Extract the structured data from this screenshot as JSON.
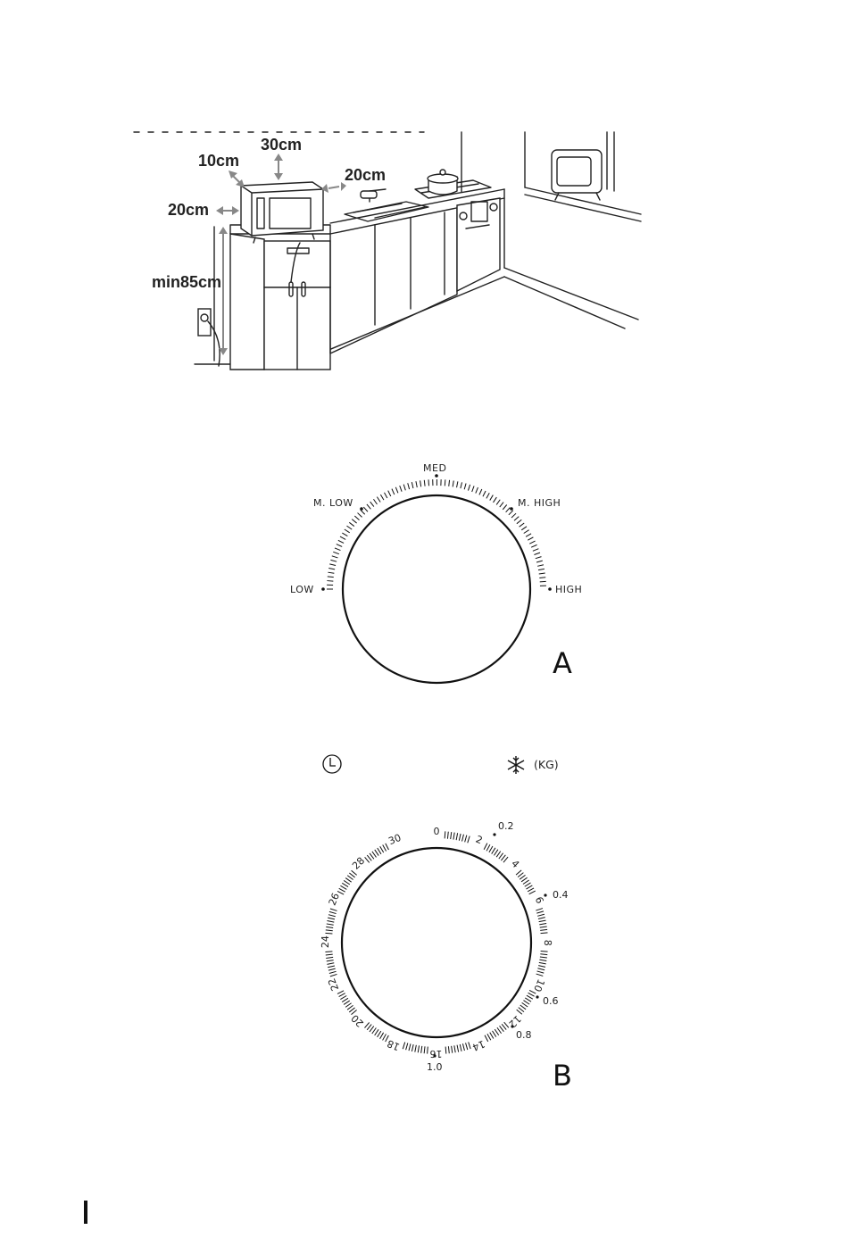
{
  "installation": {
    "dims": {
      "top": "30cm",
      "back_left": "10cm",
      "side_right": "20cm",
      "side_left": "20cm",
      "height": "min85cm"
    }
  },
  "dial_a": {
    "letter": "A",
    "labels": {
      "low": "LOW",
      "m_low": "M. LOW",
      "med": "MED",
      "m_high": "M. HIGH",
      "high": "HIGH"
    }
  },
  "legend": {
    "timer_icon": "clock-icon",
    "defrost_icon": "snowflake-icon",
    "defrost_unit": "(KG)"
  },
  "dial_b": {
    "letter": "B",
    "timer_numbers": [
      "0",
      "2",
      "4",
      "6",
      "8",
      "10",
      "12",
      "14",
      "16",
      "18",
      "20",
      "22",
      "24",
      "26",
      "28",
      "30"
    ],
    "weight_labels": [
      "0.2",
      "0.4",
      "0.6",
      "0.8",
      "1.0"
    ]
  }
}
